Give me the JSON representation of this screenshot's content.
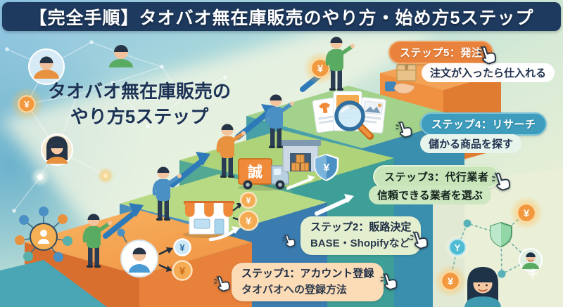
{
  "header": {
    "title": "【完全手順】タオバオ無在庫販売のやり方・始め方5ステップ",
    "bg_color": "#1e3a5f",
    "text_color": "#ffffff"
  },
  "main_title": {
    "line1": "タオバオ無在庫販売の",
    "line2": "やり方5ステップ",
    "color": "#1b3254"
  },
  "steps": [
    {
      "num": 1,
      "label": "ステップ1：アカウント登録",
      "sub": "タオバオへの登録方法",
      "box_bg": "#fbdcb6"
    },
    {
      "num": 2,
      "label": "ステップ2：販路決定",
      "sub": "BASE・Shopifyなど",
      "box_bg": "#e4efcf"
    },
    {
      "num": 3,
      "label": "ステップ3：代行業者",
      "sub": "信頼できる業者を選ぶ",
      "pill_bg": "#c8e5ba",
      "sub_bg": "#cde7c0"
    },
    {
      "num": 4,
      "label": "ステップ4：リサーチ",
      "sub": "儲かる商品を探す",
      "pill_bg": "#3e9dbd",
      "sub_bg": "#e7f4ec"
    },
    {
      "num": 5,
      "label": "ステップ5：発注",
      "sub": "注文が入ったら仕入れる",
      "pill_bg": "#e8823c",
      "sub_bg": "#ffffff"
    }
  ],
  "glyphs": {
    "yen": "¥",
    "truck_label": "誠",
    "y_coin": "Y"
  },
  "palette": {
    "step1_orange": "#f6a653",
    "step2_front_blue": "#3a7cb0",
    "step_top_green": "#b5d87e",
    "step_front_teal": "#3e9f98",
    "step5_orange": "#f4a255",
    "arrow_blue": "#2e7ab8",
    "header_navy": "#1e3a5f"
  }
}
